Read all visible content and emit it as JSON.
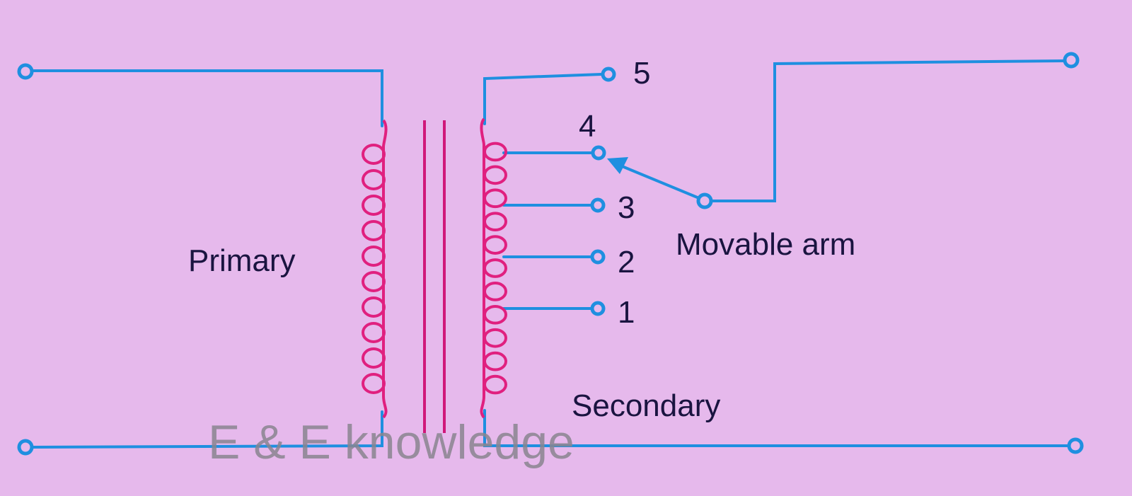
{
  "diagram": {
    "labels": {
      "primary": "Primary",
      "secondary": "Secondary",
      "movable_arm": "Movable arm"
    },
    "taps": [
      "5",
      "4",
      "3",
      "2",
      "1"
    ],
    "watermark": "E & E knowledge",
    "colors": {
      "background": "#e6b9ec",
      "wire": "#1f8fe0",
      "coil": "#e0207f",
      "text": "#1a1440"
    }
  }
}
